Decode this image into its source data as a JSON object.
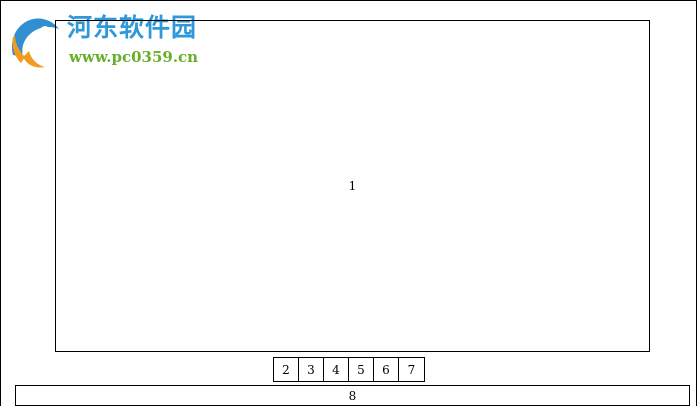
{
  "logo": {
    "title": "河东软件园",
    "url": "www.pc0359.cn",
    "colors": {
      "title": "#2f98d8",
      "url": "#6aae2c",
      "mark_blue": "#2f8fd0",
      "mark_orange": "#f39a21"
    }
  },
  "panels": {
    "main_label": "1",
    "cells": [
      "2",
      "3",
      "4",
      "5",
      "6",
      "7"
    ],
    "bottom_label": "8"
  }
}
